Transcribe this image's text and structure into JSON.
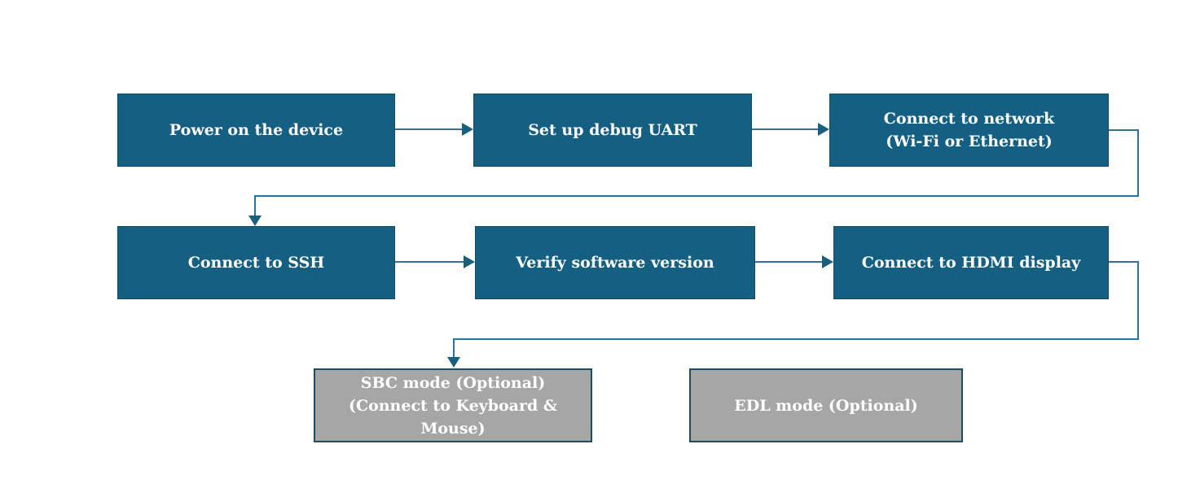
{
  "flowchart": {
    "nodes": [
      {
        "id": "power-on-device",
        "type": "step",
        "lines": [
          "Power on the device"
        ]
      },
      {
        "id": "setup-debug-uart",
        "type": "step",
        "lines": [
          "Set up debug UART"
        ]
      },
      {
        "id": "connect-network",
        "type": "step",
        "lines": [
          "Connect to network",
          "(Wi-Fi or Ethernet)"
        ]
      },
      {
        "id": "connect-ssh",
        "type": "step",
        "lines": [
          "Connect to SSH"
        ]
      },
      {
        "id": "verify-software-version",
        "type": "step",
        "lines": [
          "Verify software version"
        ]
      },
      {
        "id": "connect-hdmi-display",
        "type": "step",
        "lines": [
          "Connect to HDMI display"
        ]
      },
      {
        "id": "sbc-mode",
        "type": "optional",
        "lines": [
          "SBC mode (Optional)",
          "(Connect to Keyboard & Mouse)"
        ]
      },
      {
        "id": "edl-mode",
        "type": "optional",
        "lines": [
          "EDL mode (Optional)"
        ]
      }
    ],
    "edges": [
      {
        "from": "power-on-device",
        "to": "setup-debug-uart",
        "style": "straight-right"
      },
      {
        "from": "setup-debug-uart",
        "to": "connect-network",
        "style": "straight-right"
      },
      {
        "from": "connect-network",
        "to": "connect-ssh",
        "style": "wrap-right-down-left-down"
      },
      {
        "from": "connect-ssh",
        "to": "verify-software-version",
        "style": "straight-right"
      },
      {
        "from": "verify-software-version",
        "to": "connect-hdmi-display",
        "style": "straight-right"
      },
      {
        "from": "connect-hdmi-display",
        "to": "sbc-mode",
        "style": "wrap-right-down-left-down"
      }
    ],
    "colors": {
      "step_fill": "#156082",
      "step_border": "#0e4c68",
      "optional_fill": "#a6a6a6",
      "optional_border": "#1c4e63",
      "connector_line": "#2e7296",
      "arrowhead": "#17607f",
      "text": "#ffffff"
    }
  }
}
